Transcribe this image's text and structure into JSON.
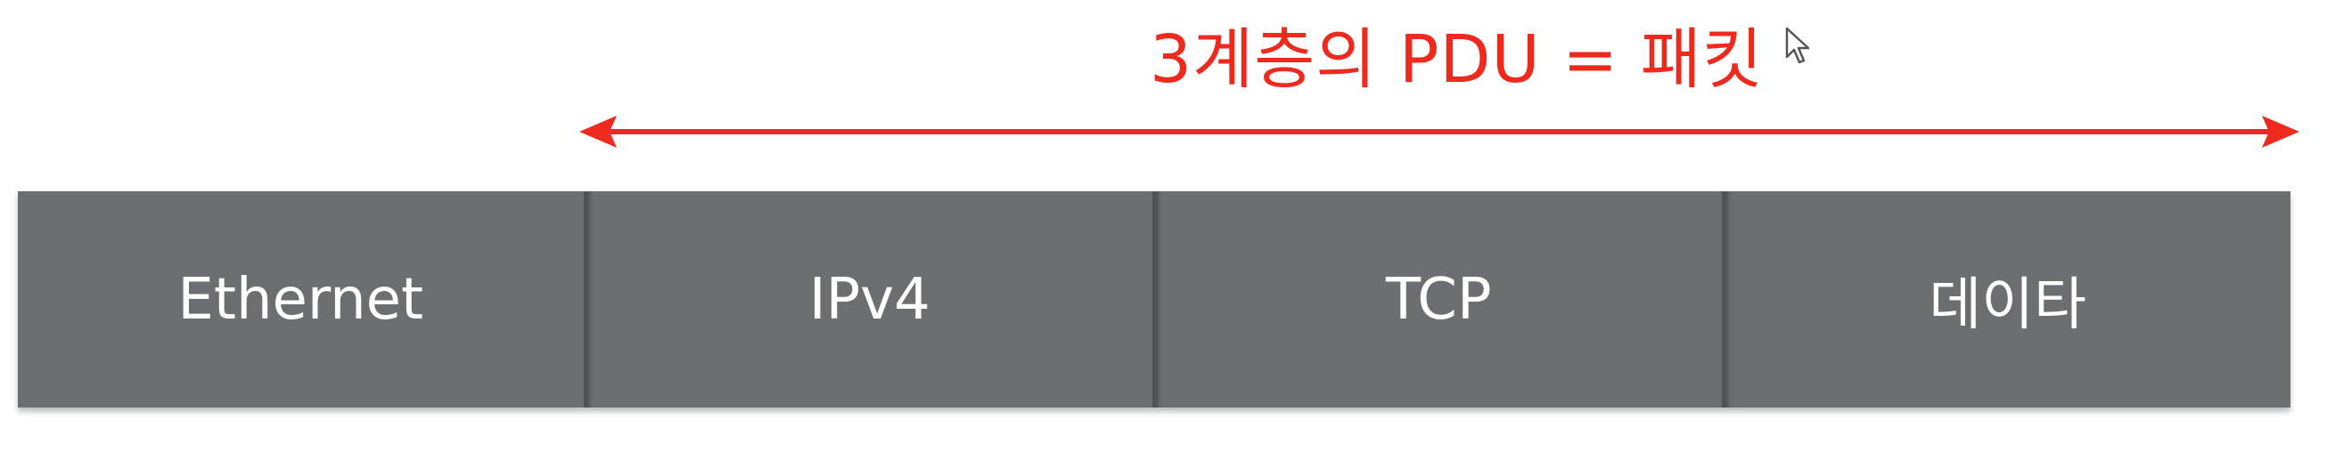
{
  "diagram": {
    "title": "3계층의 PDU = 패킷",
    "accent_color": "#ee2a1e",
    "segment_color": "#6d6e70",
    "segments": [
      {
        "label": "Ethernet"
      },
      {
        "label": "IPv4"
      },
      {
        "label": "TCP"
      },
      {
        "label": "데이타"
      }
    ],
    "icons": {
      "arrow": "double-headed-arrow-icon",
      "cursor": "mouse-pointer-icon"
    }
  }
}
